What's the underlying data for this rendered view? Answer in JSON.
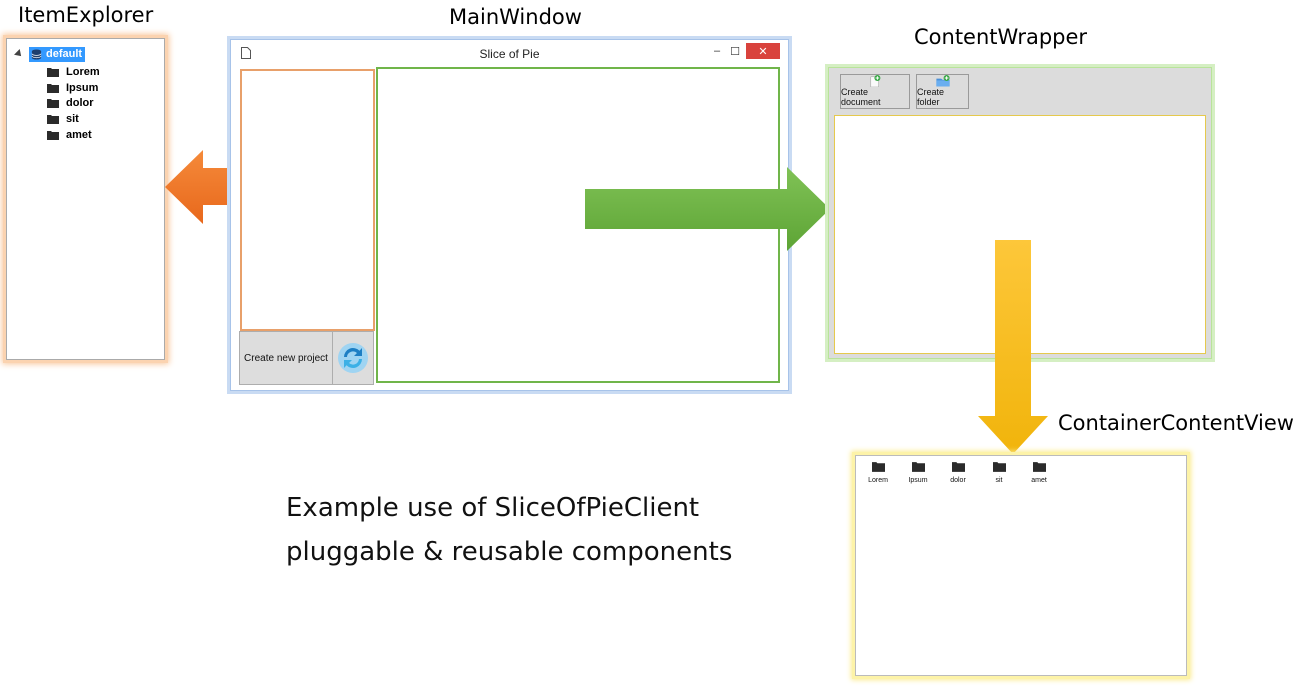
{
  "labels": {
    "item_explorer": "ItemExplorer",
    "main_window": "MainWindow",
    "content_wrapper": "ContentWrapper",
    "container_content_view": "ContainerContentView"
  },
  "caption": {
    "line1": "Example use of SliceOfPieClient",
    "line2": "pluggable & reusable components"
  },
  "item_explorer": {
    "root": "default",
    "children": [
      "Lorem",
      "Ipsum",
      "dolor",
      "sit",
      "amet"
    ]
  },
  "main_window": {
    "title": "Slice of Pie",
    "minimize": "–",
    "maximize": "☐",
    "close": "✕",
    "create_project_label": "Create new project"
  },
  "content_wrapper": {
    "create_document_label": "Create document",
    "create_folder_label": "Create folder"
  },
  "container_content_view": {
    "items": [
      "Lorem",
      "Ipsum",
      "dolor",
      "sit",
      "amet"
    ]
  },
  "colors": {
    "arrow_orange": "#f07a28",
    "arrow_green": "#6eb443",
    "arrow_yellow": "#fcc11a",
    "selection_blue": "#3399ff",
    "close_red": "#d9423c"
  }
}
